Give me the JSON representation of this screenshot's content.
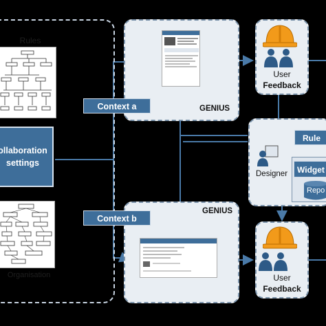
{
  "left": {
    "top_label": "Rules",
    "bottom_label": "Organisation",
    "collab_line1": "ollaboration",
    "collab_line2": "settings"
  },
  "contexts": {
    "a": "Context a",
    "b": "Context b"
  },
  "genius": {
    "top_label": "GENIUS",
    "bottom_label": "GENIUS"
  },
  "feedback_top": {
    "line1": "User",
    "line2": "Feedback"
  },
  "feedback_bottom": {
    "line1": "User",
    "line2": "Feedback"
  },
  "designer_panel": {
    "rule_label": "Rule",
    "designer_label": "Designer",
    "widget_label": "Widget",
    "repo_label": "Repo"
  },
  "colors": {
    "accent_blue": "#3e6e9a",
    "connector": "#4a7aa8",
    "panel_bg": "#e9eef3",
    "helmet": "#f29a1a"
  },
  "icons": [
    "hard-hat-icon",
    "users-icon",
    "designer-icon",
    "database-icon",
    "arrow-icon"
  ]
}
